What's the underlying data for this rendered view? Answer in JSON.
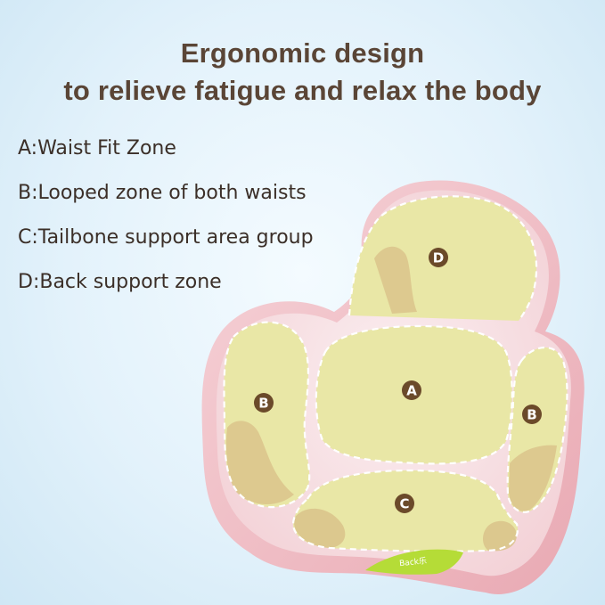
{
  "heading": {
    "line1": "Ergonomic design",
    "line2": "to relieve fatigue and relax the body"
  },
  "legend": [
    "A:Waist Fit Zone",
    "B:Looped zone of both waists",
    "C:Tailbone support area group",
    "D:Back support zone"
  ],
  "zones": {
    "a": "A",
    "b_left": "B",
    "b_right": "B",
    "c": "C",
    "d": "D"
  },
  "brand_tag": "Back乐",
  "colors": {
    "title": "#5a4536",
    "pillow_pink": "#efb8c0",
    "zone_fill": "#e9e7a6",
    "zone_shadow": "#d9c289",
    "badge": "#6b4a2a",
    "tag_green": "#b5dc37"
  }
}
